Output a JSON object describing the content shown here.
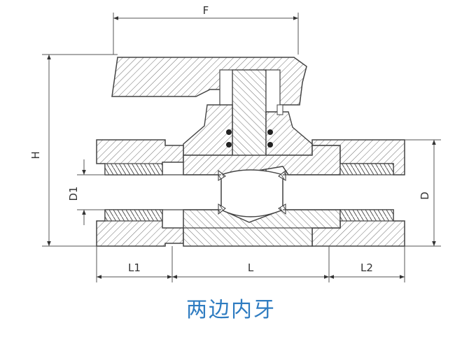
{
  "diagram": {
    "dimensions": {
      "F": "F",
      "H": "H",
      "D": "D",
      "D1": "D1",
      "L": "L",
      "L1": "L1",
      "L2": "L2"
    },
    "caption": "两边内牙",
    "colors": {
      "line": "#555555",
      "hatch": "#777777",
      "caption": "#2f7cc1"
    }
  }
}
